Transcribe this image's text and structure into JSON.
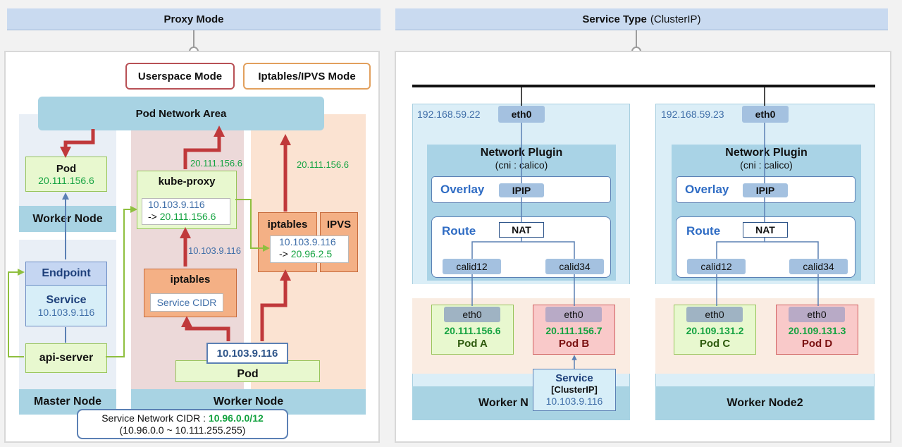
{
  "left": {
    "header": "Proxy Mode",
    "legend": {
      "userspace": "Userspace Mode",
      "iptables_ipvs": "Iptables/IPVS Mode"
    },
    "pod_network_area": "Pod Network Area",
    "worker_pod": {
      "label": "Pod",
      "ip": "20.111.156.6"
    },
    "worker_node_left": "Worker Node",
    "endpoint": "Endpoint",
    "service": {
      "label": "Service",
      "ip": "10.103.9.116"
    },
    "api_server": "api-server",
    "master_node": "Master Node",
    "kube_proxy": {
      "label": "kube-proxy",
      "from": "10.103.9.116",
      "arrow": "->",
      "to": "20.111.156.6",
      "up_ip": "20.111.156.6",
      "side_ip": "10.103.9.116"
    },
    "iptables_userspace": {
      "label": "iptables",
      "cidr": "Service CIDR"
    },
    "iptables_right": {
      "label": "iptables",
      "ipvs": "IPVS",
      "from": "10.103.9.116",
      "arrow": "->",
      "to": "20.96.2.5",
      "up_ip": "20.111.156.6"
    },
    "pod_bottom": {
      "label": "Pod",
      "ip": "10.103.9.116"
    },
    "worker_node_center": "Worker Node",
    "cidr_note": {
      "prefix": "Service Network CIDR : ",
      "value": "10.96.0.0/12",
      "range": "(10.96.0.0 ~ 10.111.255.255)"
    }
  },
  "right": {
    "header": "Service Type",
    "header_sub": "(ClusterIP)",
    "nodes": [
      {
        "ip": "192.168.59.22",
        "eth": "eth0",
        "plugin": "Network Plugin",
        "cni": "(cni : calico)",
        "overlay": "Overlay",
        "ipip": "IPIP",
        "route": "Route",
        "nat": "NAT",
        "calid_a": "calid12",
        "calid_b": "calid34",
        "pod_a": {
          "eth": "eth0",
          "ip": "20.111.156.6",
          "name": "Pod A"
        },
        "pod_b": {
          "eth": "eth0",
          "ip": "20.111.156.7",
          "name": "Pod B"
        },
        "label": "Worker N"
      },
      {
        "ip": "192.168.59.23",
        "eth": "eth0",
        "plugin": "Network Plugin",
        "cni": "(cni : calico)",
        "overlay": "Overlay",
        "ipip": "IPIP",
        "route": "Route",
        "nat": "NAT",
        "calid_a": "calid12",
        "calid_b": "calid34",
        "pod_a": {
          "eth": "eth0",
          "ip": "20.109.131.2",
          "name": "Pod C"
        },
        "pod_b": {
          "eth": "eth0",
          "ip": "20.109.131.3",
          "name": "Pod D"
        },
        "label": "Worker Node2"
      }
    ],
    "service": {
      "label": "Service",
      "type": "[ClusterIP]",
      "ip": "10.103.9.116"
    }
  },
  "colors": {
    "arrow_red": "#c0393b",
    "line_green": "#8fbf3f",
    "line_blue": "#5b80b4",
    "plugin_bg": "#a9d3e6"
  }
}
